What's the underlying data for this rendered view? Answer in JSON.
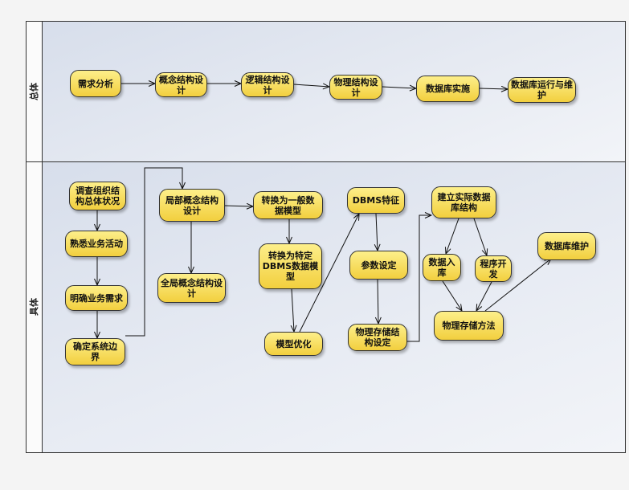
{
  "lanes": {
    "overall": {
      "label": "总体"
    },
    "detailed": {
      "label": "具体"
    }
  },
  "nodes": {
    "requirement_analysis": "需求分析",
    "conceptual_design": "概念结构设计",
    "logical_design": "逻辑结构设计",
    "physical_design": "物理结构设计",
    "db_implementation": "数据库实施",
    "db_operation_maintenance": "数据库运行与维护",
    "investigate_org": "调查组织结构总体状况",
    "familiarize_business": "熟悉业务活动",
    "clarify_requirements": "明确业务需求",
    "define_boundary": "确定系统边界",
    "local_conceptual": "局部概念结构设计",
    "global_conceptual": "全局概念结构设计",
    "to_general_model": "转换为一般数据模型",
    "to_dbms_model": "转换为特定DBMS数据模型",
    "model_optimization": "模型优化",
    "dbms_features": "DBMS特征",
    "parameter_setting": "参数设定",
    "physical_storage_structure": "物理存储结构设定",
    "build_db_structure": "建立实际数据库结构",
    "data_loading": "数据入库",
    "program_development": "程序开发",
    "physical_storage_method": "物理存储方法",
    "db_maintenance": "数据库维护"
  },
  "colors": {
    "node_top": "#fdef8a",
    "node_bottom": "#f2cf3e",
    "node_border": "#333333",
    "lane_dark": "#d7deeb",
    "lane_light": "#f2f4f8",
    "line": "#333333"
  }
}
